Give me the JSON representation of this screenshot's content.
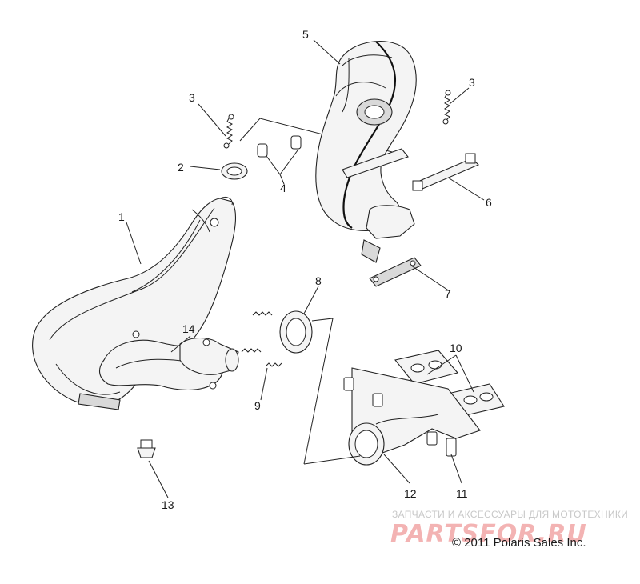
{
  "callouts": {
    "c1": "1",
    "c2": "2",
    "c3a": "3",
    "c3b": "3",
    "c4": "4",
    "c5": "5",
    "c6": "6",
    "c7": "7",
    "c8": "8",
    "c9": "9",
    "c10": "10",
    "c11": "11",
    "c12": "12",
    "c13": "13",
    "c14": "14"
  },
  "watermark": {
    "caption": "ЗАПЧАСТИ И АКСЕССУАРЫ ДЛЯ МОТОТЕХНИКИ",
    "logo": "PARTSFOR.RU"
  },
  "copyright": "© 2011 Polaris Sales Inc."
}
